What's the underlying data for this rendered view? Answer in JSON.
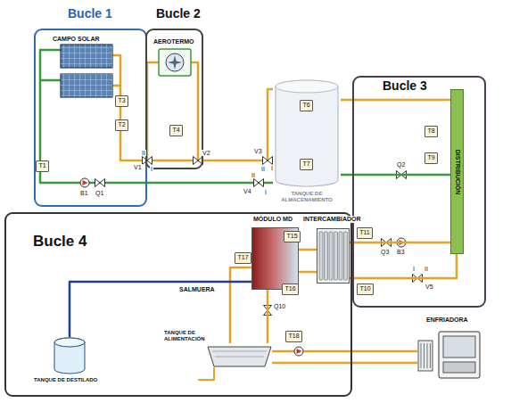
{
  "diagram": {
    "nodes": [
      {
        "text": [
          "Bucle 1"
        ]
      },
      {
        "text": [
          "T1"
        ],
        "in": 0
      },
      {
        "text": [
          "T2"
        ],
        "in": 0
      },
      {
        "text": [
          "T3"
        ],
        "in": 0
      },
      {
        "text": [
          "Bucle 2"
        ]
      },
      {
        "text": [
          "T4"
        ],
        "in": 4
      },
      {
        "text": [
          "TANQUE DE ALMACENAMIENTO"
        ]
      },
      {
        "text": [
          "T6"
        ],
        "in": 6
      },
      {
        "text": [
          "T7"
        ],
        "in": 6
      },
      {
        "text": [
          "Bucle 3"
        ]
      },
      {
        "text": [
          "DISTRIBUCIÓN"
        ],
        "in": 9
      },
      {
        "text": [
          "T8"
        ],
        "in": 9
      },
      {
        "text": [
          "T9"
        ],
        "in": 9
      },
      {
        "text": [
          "T11"
        ],
        "in": 9
      },
      {
        "text": [
          "T10"
        ],
        "in": 9
      },
      {
        "text": [
          "Bucle 4"
        ]
      },
      {
        "text": [
          "MÓDULO MD"
        ],
        "in": 15
      },
      {
        "text": [
          "T15"
        ],
        "in": 15
      },
      {
        "text": [
          "T16"
        ],
        "in": 15
      },
      {
        "text": [
          "T17"
        ],
        "in": 15
      },
      {
        "text": [
          "T18"
        ],
        "in": 15
      },
      {
        "text": [
          "INTERCAMBIADOR"
        ]
      },
      {
        "text": [
          "TANQUE DE ALIMENTACIÓN"
        ],
        "in": 15
      },
      {
        "text": [
          "TANQUE DE DESTILADO"
        ],
        "in": 15
      },
      {
        "text": [
          "ENFRIADORA"
        ]
      }
    ],
    "edges": [
      {
        "from": 6,
        "to": 10,
        "arrow": "none"
      },
      {
        "from": 10,
        "to": 6,
        "arrow": "none"
      },
      {
        "from": 21,
        "to": 10,
        "arrow": "none"
      },
      {
        "from": 10,
        "to": 21,
        "arrow": "none"
      },
      {
        "from": 16,
        "to": 21,
        "arrow": "none"
      },
      {
        "from": 21,
        "to": 16,
        "arrow": "none"
      },
      {
        "from": 16,
        "to": 22,
        "arrow": "none"
      },
      {
        "from": 22,
        "to": 16,
        "arrow": "none"
      },
      {
        "from": 16,
        "to": 23,
        "arrow": "none"
      },
      {
        "from": 22,
        "to": 24,
        "arrow": "none"
      },
      {
        "from": 24,
        "to": 22,
        "arrow": "none"
      }
    ],
    "labels": [
      "CAMPO SOLAR",
      "AEROTERMO",
      "V1",
      "I",
      "II",
      "B1",
      "Q1",
      "V2",
      "V3",
      "I",
      "II",
      "V4",
      "I",
      "II",
      "Q2",
      "Q3",
      "B3",
      "V5",
      "I",
      "II",
      "SALMUERA",
      "Q10"
    ]
  }
}
